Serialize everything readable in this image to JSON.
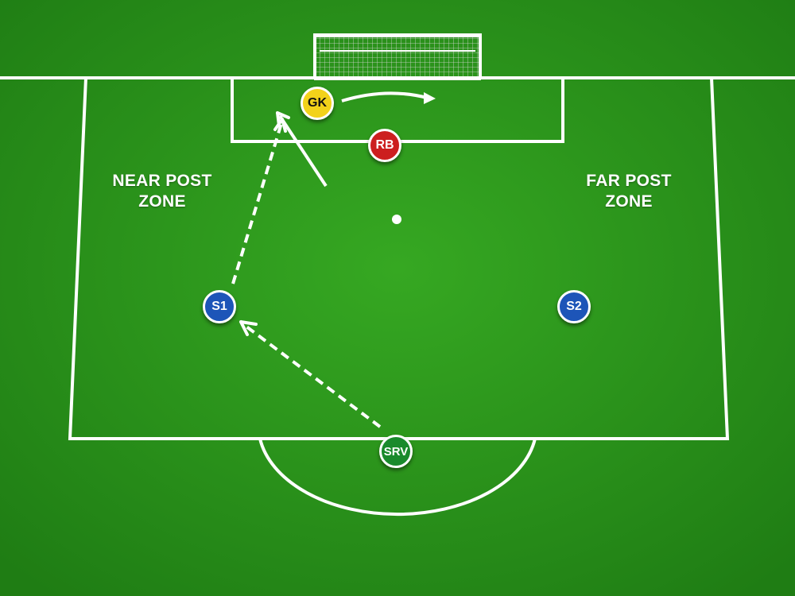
{
  "zones": {
    "near_post": {
      "line1": "NEAR POST",
      "line2": "ZONE"
    },
    "far_post": {
      "line1": "FAR POST",
      "line2": "ZONE"
    }
  },
  "players": {
    "gk": {
      "label": "GK",
      "color": "#f2d21a",
      "text_color": "#111111"
    },
    "rb": {
      "label": "RB",
      "color": "#cc1f1f",
      "text_color": "#ffffff"
    },
    "s1": {
      "label": "S1",
      "color": "#1d55b8",
      "text_color": "#ffffff"
    },
    "s2": {
      "label": "S2",
      "color": "#1d55b8",
      "text_color": "#ffffff"
    },
    "srv": {
      "label": "SRV",
      "color": "#1a8a2c",
      "text_color": "#ffffff"
    }
  },
  "colors": {
    "grass": "#2a8f1c",
    "lines": "#ffffff"
  }
}
